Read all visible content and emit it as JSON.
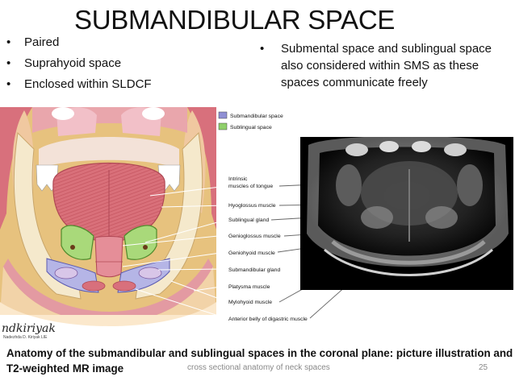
{
  "title": "SUBMANDIBULAR SPACE",
  "bullets_left": [
    "Paired",
    "Suprahyoid space",
    "Enclosed within SLDCF"
  ],
  "bullet_right": "Submental space and sublingual space also considered within SMS as these spaces communicate freely",
  "legend": {
    "submandibular": "Submandibular space",
    "sublingual": "Sublingual space",
    "submandibular_color": "#8f8fd4",
    "sublingual_color": "#8fcf6a"
  },
  "labels": {
    "intrinsic_1": "Intrinsic",
    "intrinsic_2": "muscles of tongue",
    "hyoglossus": "Hyoglossus muscle",
    "sublingual_gland": "Sublingual gland",
    "genioglossus": "Genioglossus muscle",
    "geniohyoid": "Geniohyoid muscle",
    "submandibular_gland": "Submandibular gland",
    "platysma": "Platysma muscle",
    "mylohyoid": "Mylohyoid muscle",
    "digastric": "Anterior belly of digastric muscle"
  },
  "signature": {
    "name": "ndkiriyak",
    "sub": "Nadezhda D. Kiriyak",
    "mark": "LIE"
  },
  "caption": "Anatomy of the submandibular and sublingual spaces in the coronal plane: picture illustration and T2-weighted MR image",
  "footer": "cross sectional anatomy of neck spaces",
  "page_number": "25"
}
